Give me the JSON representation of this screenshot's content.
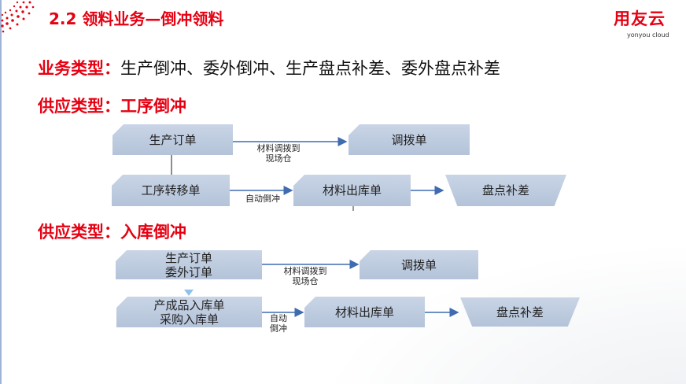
{
  "header": {
    "title": "2.2 领料业务—倒冲领料",
    "logo_text": "用友云",
    "logo_sub": "yonyou cloud"
  },
  "business": {
    "label": "业务类型：",
    "value": "生产倒冲、委外倒冲、生产盘点补差、委外盘点补差"
  },
  "supply1": {
    "label": "供应类型：",
    "value": "工序倒冲"
  },
  "supply2": {
    "label": "供应类型：",
    "value": "入库倒冲"
  },
  "diagram1": {
    "order": "生产订单",
    "transfer": "调拨单",
    "transfer_label": [
      "材料调拨到",
      "现场仓"
    ],
    "process": "工序转移单",
    "auto_label": "自动倒冲",
    "issue": "材料出库单",
    "adjust": "盘点补差"
  },
  "diagram2": {
    "order": [
      "生产订单",
      "委外订单"
    ],
    "transfer": "调拨单",
    "transfer_label": [
      "材料调拨到",
      "现场仓"
    ],
    "receipt": [
      "产成品入库单",
      "采购入库单"
    ],
    "auto_label": [
      "自动",
      "倒冲"
    ],
    "issue": "材料出库单",
    "adjust": "盘点补差"
  },
  "colors": {
    "accent": "#e60012",
    "arrow": "#3f6bb0",
    "box": "#b4c3d9"
  }
}
